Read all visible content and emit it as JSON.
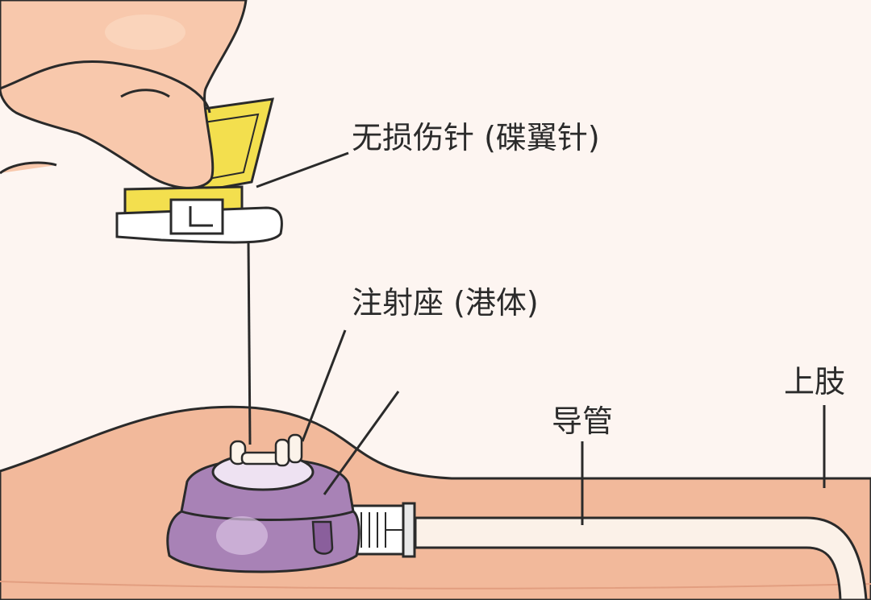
{
  "labels": {
    "needle": "无损伤针 (碟翼针)",
    "port": "注射座 (港体)",
    "catheter": "导管",
    "upper_arm": "上肢"
  },
  "icons": {
    "hand": "fingers-holding-needle-icon",
    "needle": "butterfly-needle-icon",
    "port": "implanted-port-icon",
    "catheter": "catheter-tube-icon",
    "arm": "upper-arm-skin-icon"
  },
  "colors": {
    "background": "#fdf5f1",
    "skin_fill": "#f2b99b",
    "finger_fill": "#f8c8ac",
    "needle_wing": "#f3df4e",
    "port_body": "#a882b6",
    "port_septum": "#eee2f2",
    "catheter": "#fbf1e8",
    "outline": "#2a2a2a"
  }
}
